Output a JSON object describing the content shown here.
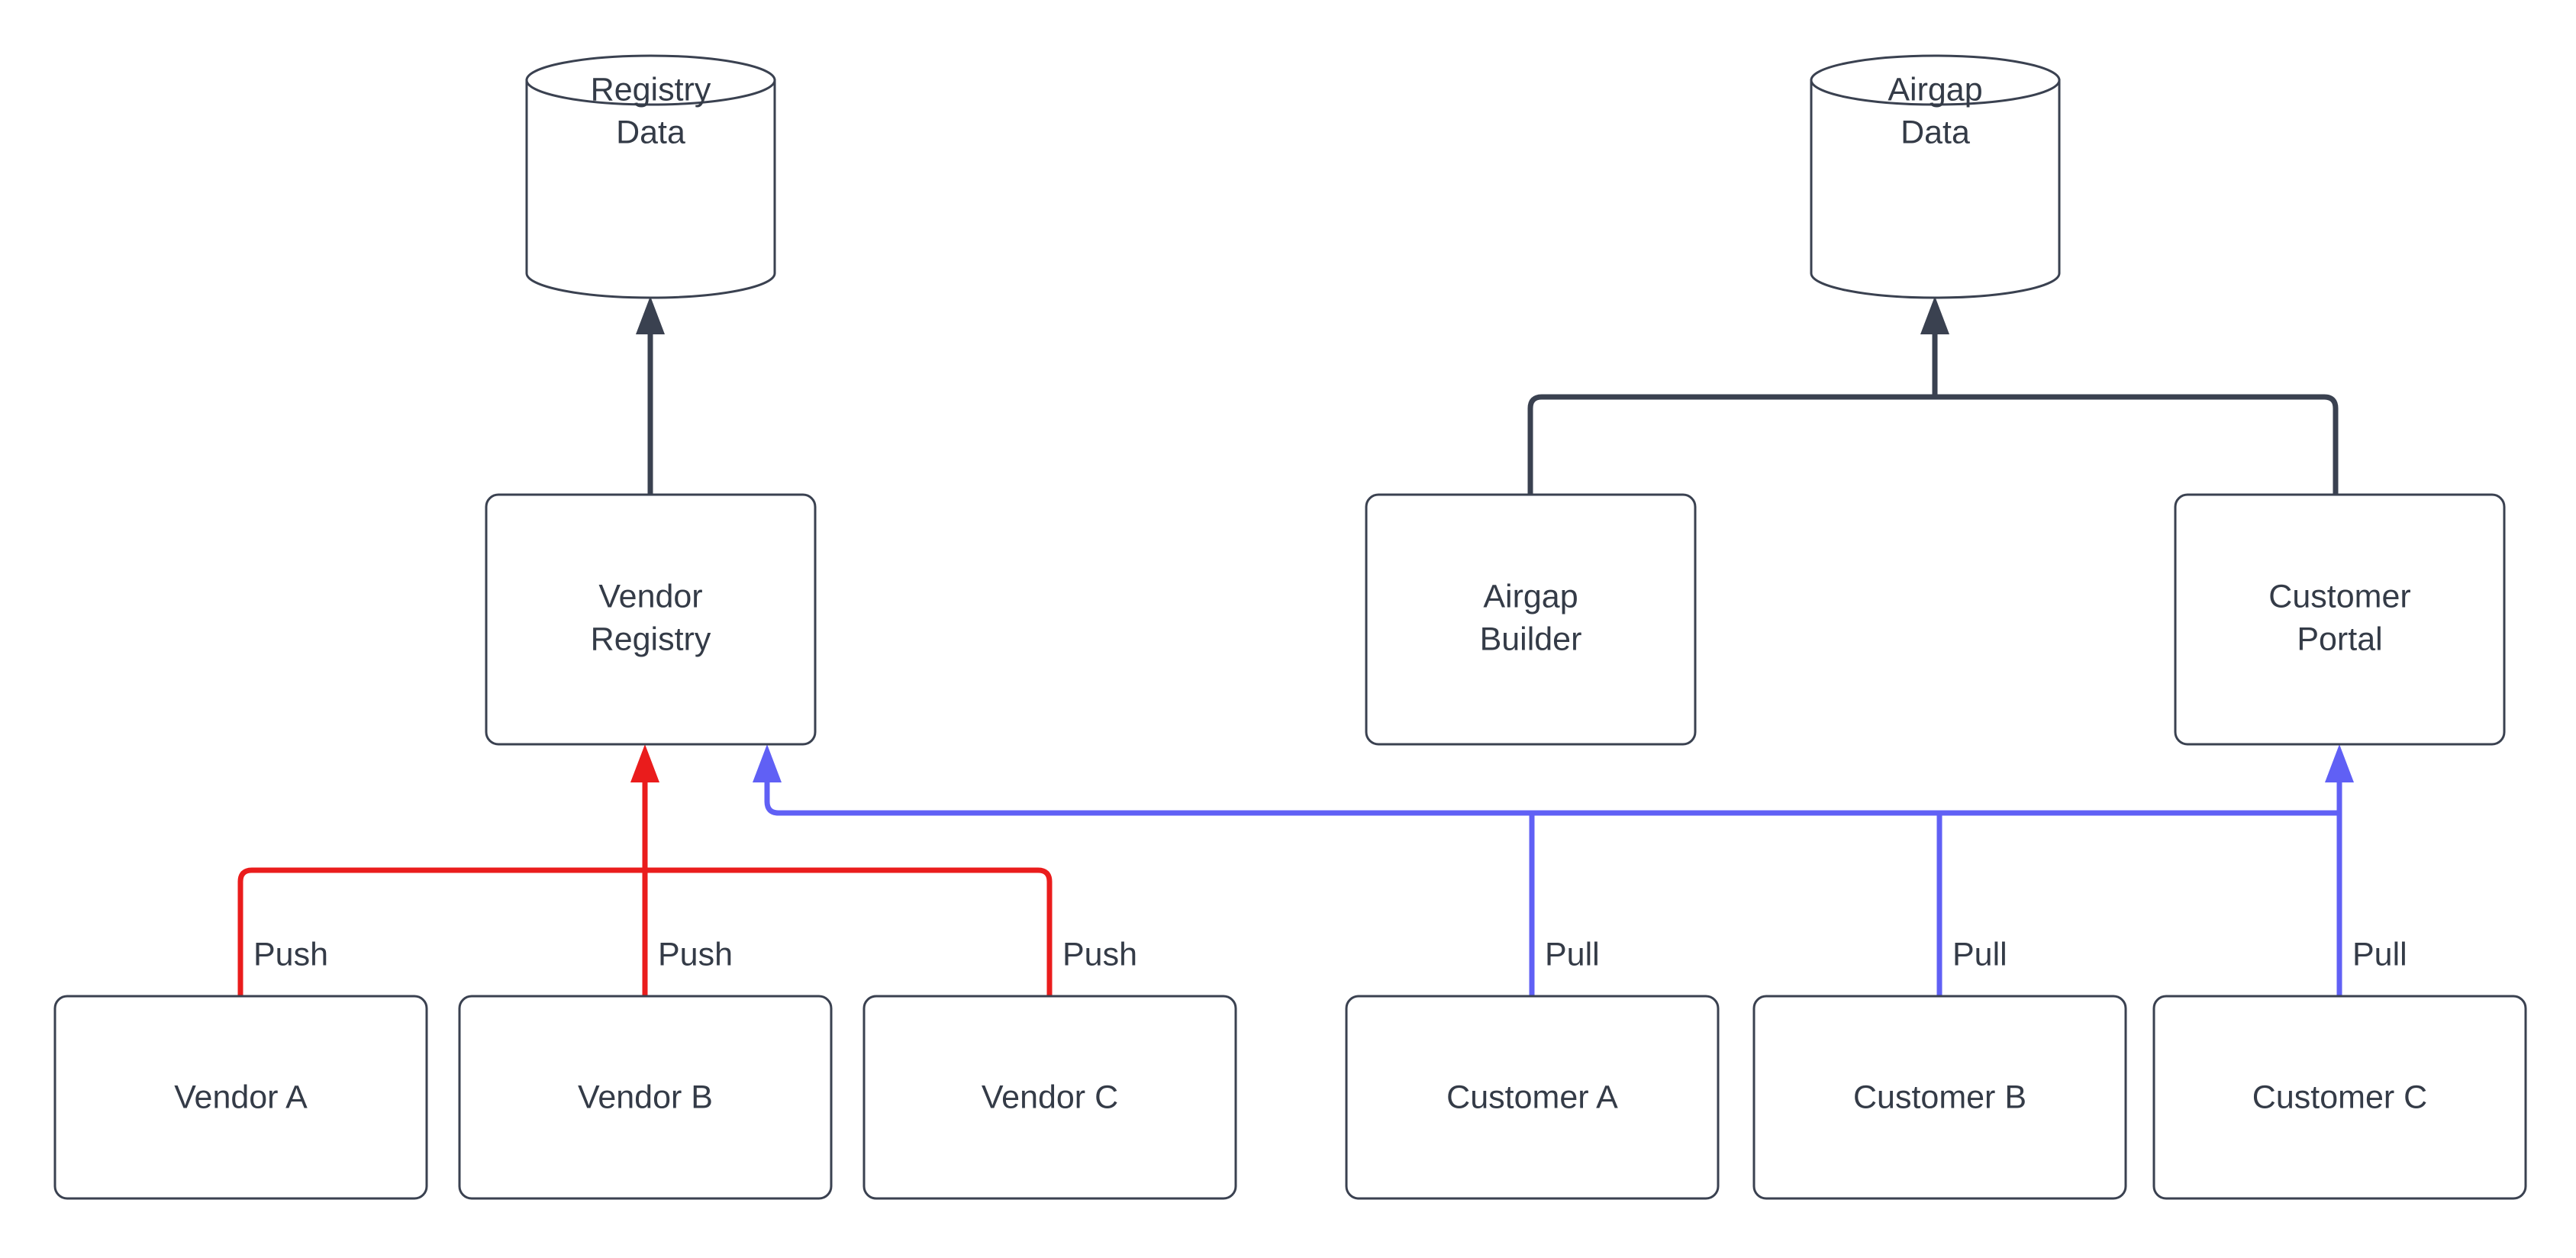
{
  "diagram": {
    "type": "flowchart",
    "background_color": "#ffffff",
    "stroke_color": "#3a4150",
    "text_color": "#343b47",
    "push_color": "#ea1c1c",
    "pull_color": "#6060f5",
    "datastores": [
      {
        "id": "registry-data",
        "line1": "Registry",
        "line2": "Data",
        "shape": "cylinder"
      },
      {
        "id": "airgap-data",
        "line1": "Airgap",
        "line2": "Data",
        "shape": "cylinder"
      }
    ],
    "services": [
      {
        "id": "vendor-registry",
        "line1": "Vendor",
        "line2": "Registry",
        "shape": "rounded-rect"
      },
      {
        "id": "airgap-builder",
        "line1": "Airgap",
        "line2": "Builder",
        "shape": "rounded-rect"
      },
      {
        "id": "customer-portal",
        "line1": "Customer",
        "line2": "Portal",
        "shape": "rounded-rect"
      }
    ],
    "vendors": [
      {
        "id": "vendor-a",
        "label": "Vendor A",
        "edge_label": "Push"
      },
      {
        "id": "vendor-b",
        "label": "Vendor B",
        "edge_label": "Push"
      },
      {
        "id": "vendor-c",
        "label": "Vendor C",
        "edge_label": "Push"
      }
    ],
    "customers": [
      {
        "id": "customer-a",
        "label": "Customer A",
        "edge_label": "Pull"
      },
      {
        "id": "customer-b",
        "label": "Customer B",
        "edge_label": "Pull"
      },
      {
        "id": "customer-c",
        "label": "Customer C",
        "edge_label": "Pull"
      }
    ],
    "edges": [
      {
        "from": "vendor-registry",
        "to": "registry-data",
        "label": "",
        "color": "#3a4150"
      },
      {
        "from": "airgap-builder",
        "to": "airgap-data",
        "label": "",
        "color": "#3a4150"
      },
      {
        "from": "customer-portal",
        "to": "airgap-data",
        "label": "",
        "color": "#3a4150"
      },
      {
        "from": "vendor-a",
        "to": "vendor-registry",
        "label": "Push",
        "color": "#ea1c1c"
      },
      {
        "from": "vendor-b",
        "to": "vendor-registry",
        "label": "Push",
        "color": "#ea1c1c"
      },
      {
        "from": "vendor-c",
        "to": "vendor-registry",
        "label": "Push",
        "color": "#ea1c1c"
      },
      {
        "from": "customer-a",
        "to": "vendor-registry",
        "label": "Pull",
        "color": "#6060f5"
      },
      {
        "from": "customer-b",
        "to": "vendor-registry",
        "label": "Pull",
        "color": "#6060f5"
      },
      {
        "from": "customer-c",
        "to": "customer-portal",
        "label": "Pull",
        "color": "#6060f5"
      }
    ]
  }
}
